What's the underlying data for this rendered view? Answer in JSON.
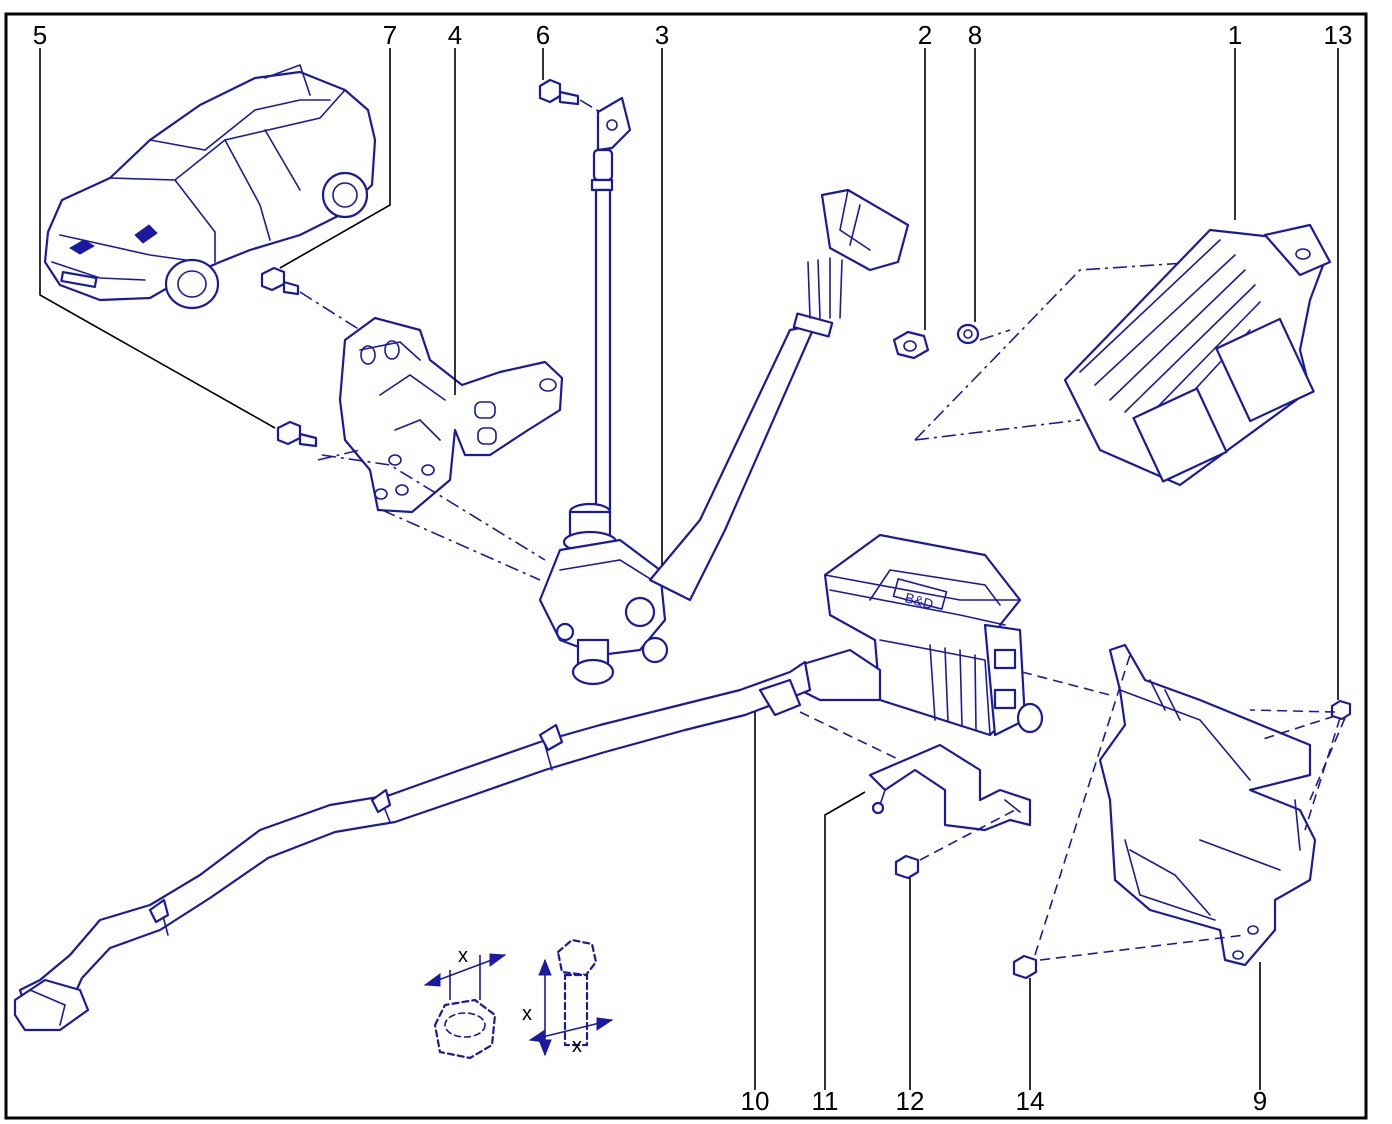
{
  "callouts": {
    "c1": "1",
    "c2": "2",
    "c3": "3",
    "c4": "4",
    "c5": "5",
    "c6": "6",
    "c7": "7",
    "c8": "8",
    "c9": "9",
    "c10": "10",
    "c11": "11",
    "c12": "12",
    "c13": "13",
    "c14": "14"
  },
  "dimension_label": "x",
  "colors": {
    "line_art": "#1a1aa0",
    "frame": "#000000",
    "background": "#ffffff"
  }
}
